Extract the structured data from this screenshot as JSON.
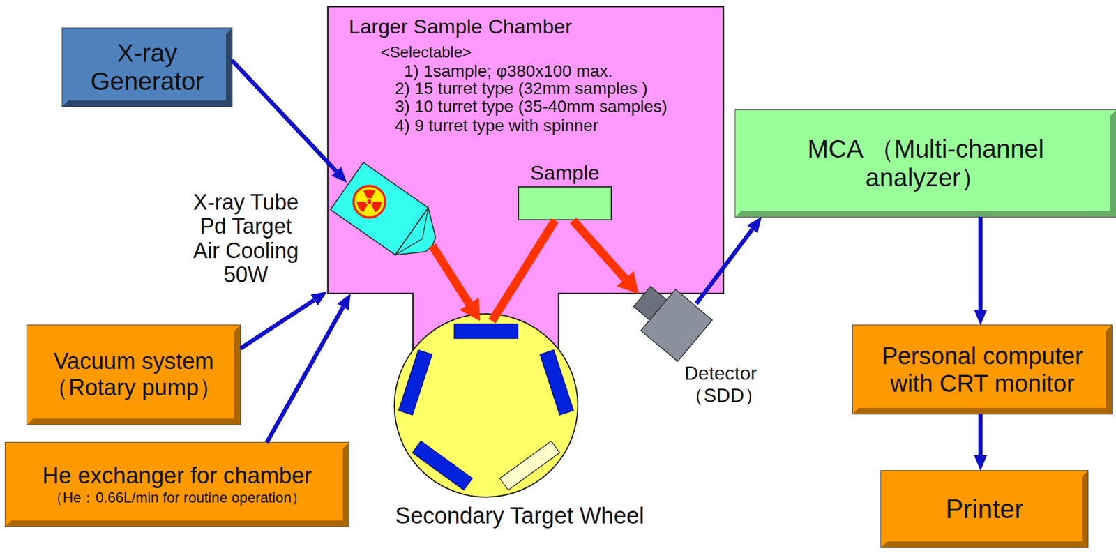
{
  "diagram": {
    "nodes": [
      {
        "text": [
          "X-ray Generator"
        ]
      },
      {
        "text": [
          "Larger Sample Chamber",
          "<Selectable>",
          "1) 1sample; φ380x100 max.",
          "2) 15 turret type (32mm samples )",
          "3) 10 turret type (35-40mm samples)",
          "4) 9 turret type with spinner"
        ]
      },
      {
        "text": [
          "X-ray Tube Pd Target Air Cooling 50W"
        ],
        "in": 1
      },
      {
        "text": [
          "Sample"
        ],
        "in": 1
      },
      {
        "text": [
          "Secondary Target Wheel"
        ]
      },
      {
        "text": [
          "Detector （SDD）"
        ]
      },
      {
        "text": [
          "MCA （Multi-channel analyzer）"
        ]
      },
      {
        "text": [
          "Personal computer with CRT monitor"
        ]
      },
      {
        "text": [
          "Printer"
        ]
      },
      {
        "text": [
          "Vacuum system （Rotary pump）"
        ]
      },
      {
        "text": [
          "He exchanger for chamber",
          "（He：0.66L/min for routine operation）"
        ]
      }
    ],
    "edges": [
      {
        "from": 0,
        "to": 2,
        "arrow": "to"
      },
      {
        "from": 2,
        "to": 4,
        "arrow": "to"
      },
      {
        "from": 4,
        "to": 3,
        "arrow": "none"
      },
      {
        "from": 3,
        "to": 5,
        "arrow": "to"
      },
      {
        "from": 5,
        "to": 6,
        "arrow": "to"
      },
      {
        "from": 6,
        "to": 7,
        "arrow": "to"
      },
      {
        "from": 7,
        "to": 8,
        "arrow": "to"
      },
      {
        "from": 9,
        "to": 1,
        "arrow": "to"
      },
      {
        "from": 10,
        "to": 1,
        "arrow": "to"
      }
    ]
  }
}
